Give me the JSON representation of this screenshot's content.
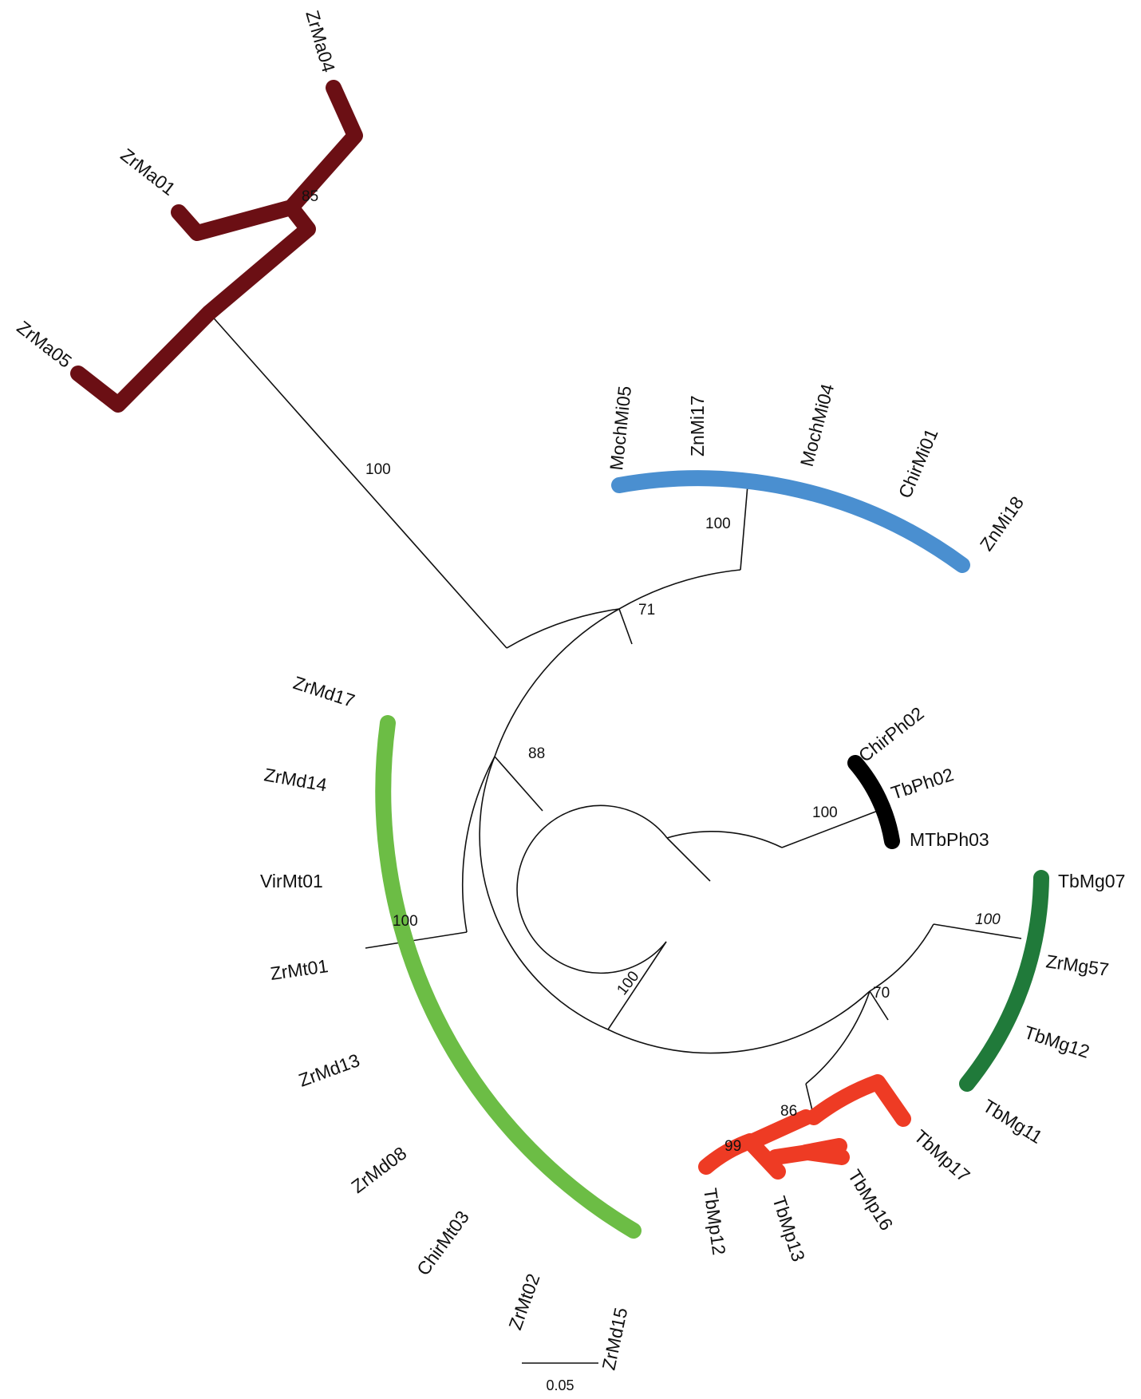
{
  "colors": {
    "background": "#ffffff",
    "branch": "#111111",
    "clade_ma": "#6b0f14",
    "clade_mi": "#4a8fd0",
    "clade_md": "#6cbd45",
    "clade_ph": "#000000",
    "clade_mg": "#207a3a",
    "clade_mp": "#ee3b24"
  },
  "tips": [
    {
      "id": "ZrMa04",
      "label": "ZrMa04"
    },
    {
      "id": "ZrMa01",
      "label": "ZrMa01"
    },
    {
      "id": "ZrMa05",
      "label": "ZrMa05"
    },
    {
      "id": "MochMi05",
      "label": "MochMi05"
    },
    {
      "id": "ZnMi17",
      "label": "ZnMi17"
    },
    {
      "id": "MochMi04",
      "label": "MochMi04"
    },
    {
      "id": "ChirMi01",
      "label": "ChirMi01"
    },
    {
      "id": "ZnMi18",
      "label": "ZnMi18"
    },
    {
      "id": "ZrMd17",
      "label": "ZrMd17"
    },
    {
      "id": "ZrMd14",
      "label": "ZrMd14"
    },
    {
      "id": "VirMt01",
      "label": "VirMt01"
    },
    {
      "id": "ZrMt01",
      "label": "ZrMt01"
    },
    {
      "id": "ZrMd13",
      "label": "ZrMd13"
    },
    {
      "id": "ZrMd08",
      "label": "ZrMd08"
    },
    {
      "id": "ChirMt03",
      "label": "ChirMt03"
    },
    {
      "id": "ZrMt02",
      "label": "ZrMt02"
    },
    {
      "id": "ZrMd15",
      "label": "ZrMd15"
    },
    {
      "id": "ChirPh02",
      "label": "ChirPh02"
    },
    {
      "id": "TbPh02",
      "label": "TbPh02"
    },
    {
      "id": "MTbPh03",
      "label": "MTbPh03"
    },
    {
      "id": "TbMg07",
      "label": "TbMg07"
    },
    {
      "id": "ZrMg57",
      "label": "ZrMg57"
    },
    {
      "id": "TbMg12",
      "label": "TbMg12"
    },
    {
      "id": "TbMg11",
      "label": "TbMg11"
    },
    {
      "id": "TbMp17",
      "label": "TbMp17"
    },
    {
      "id": "TbMp16",
      "label": "TbMp16"
    },
    {
      "id": "TbMp13",
      "label": "TbMp13"
    },
    {
      "id": "TbMp12",
      "label": "TbMp12"
    }
  ],
  "support": [
    {
      "id": "ma",
      "value": "85"
    },
    {
      "id": "ma_stem",
      "value": "100"
    },
    {
      "id": "mi",
      "value": "100"
    },
    {
      "id": "mi_ma",
      "value": "71"
    },
    {
      "id": "md_group",
      "value": "88"
    },
    {
      "id": "md",
      "value": "100"
    },
    {
      "id": "ph",
      "value": "100"
    },
    {
      "id": "mg",
      "value": "100"
    },
    {
      "id": "mg_mp",
      "value": "70"
    },
    {
      "id": "mp",
      "value": "86"
    },
    {
      "id": "mp_inner",
      "value": "99"
    },
    {
      "id": "big",
      "value": "100"
    }
  ],
  "scale_bar": {
    "label": "0.05"
  }
}
